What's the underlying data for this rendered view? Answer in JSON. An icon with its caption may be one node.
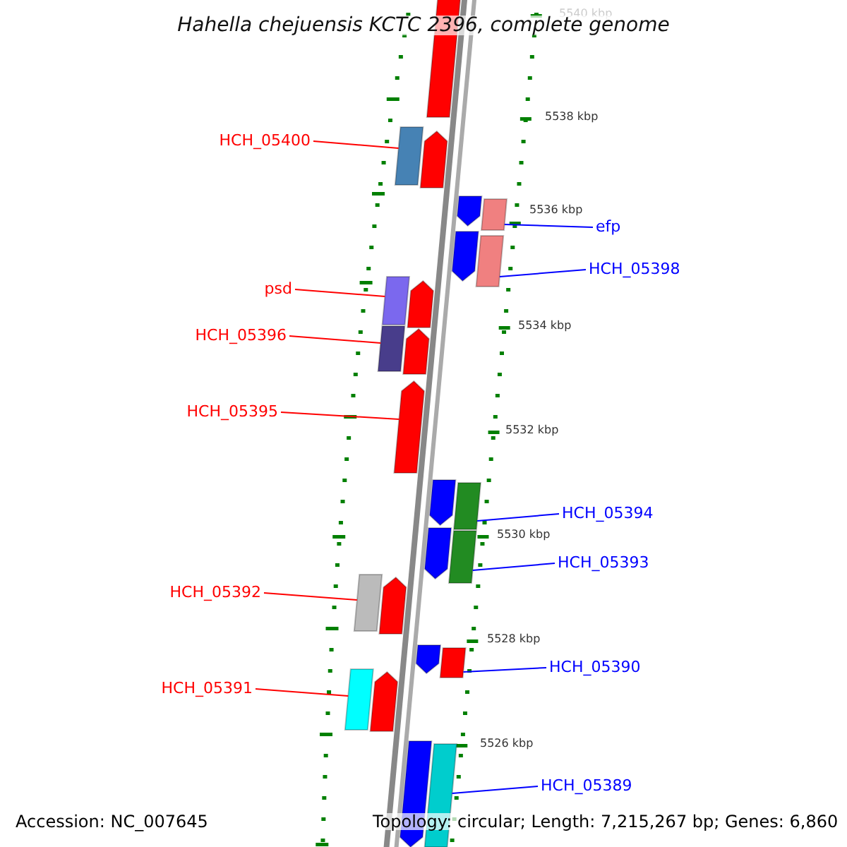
{
  "diagram": {
    "title": "Hahella chejuensis KCTC 2396, complete genome",
    "nodes": [
      {
        "text": [
          "HCH_05400"
        ]
      },
      {
        "text": [],
        "shape": "bar"
      },
      {
        "text": [
          "efp"
        ]
      },
      {
        "text": [],
        "shape": "bar"
      },
      {
        "text": [
          "HCH_05398"
        ]
      },
      {
        "text": [],
        "shape": "bar"
      },
      {
        "text": [
          "psd"
        ]
      },
      {
        "text": [],
        "shape": "bar"
      },
      {
        "text": [
          "HCH_05396"
        ]
      },
      {
        "text": [],
        "shape": "bar"
      },
      {
        "text": [
          "HCH_05395"
        ]
      },
      {
        "text": [],
        "shape": "bar"
      },
      {
        "text": [
          "HCH_05394"
        ]
      },
      {
        "text": [],
        "shape": "bar"
      },
      {
        "text": [
          "HCH_05393"
        ]
      },
      {
        "text": [],
        "shape": "bar"
      },
      {
        "text": [
          "HCH_05392"
        ]
      },
      {
        "text": [],
        "shape": "bar"
      },
      {
        "text": [
          "HCH_05390"
        ]
      },
      {
        "text": [],
        "shape": "bar"
      },
      {
        "text": [
          "HCH_05391"
        ]
      },
      {
        "text": [],
        "shape": "bar"
      },
      {
        "text": [
          "HCH_05389"
        ]
      },
      {
        "text": [],
        "shape": "bar"
      },
      {
        "text": [],
        "shape": "bar"
      },
      {
        "text": [],
        "shape": "bar"
      },
      {
        "text": [],
        "shape": "bar"
      },
      {
        "text": [],
        "shape": "bar"
      },
      {
        "text": [],
        "shape": "bar"
      },
      {
        "text": [],
        "shape": "bar"
      },
      {
        "text": [],
        "shape": "bar"
      },
      {
        "text": [],
        "shape": "bar"
      },
      {
        "text": [],
        "shape": "bar"
      },
      {
        "text": [],
        "shape": "bar"
      },
      {
        "text": [],
        "shape": "bar"
      },
      {
        "text": [],
        "shape": "bar"
      }
    ],
    "edges": [
      {
        "from": 0,
        "to": 1,
        "arrow": "none",
        "color": "#ff0000"
      },
      {
        "from": 2,
        "to": 3,
        "arrow": "none",
        "color": "#0000ff"
      },
      {
        "from": 4,
        "to": 5,
        "arrow": "none",
        "color": "#0000ff"
      },
      {
        "from": 6,
        "to": 7,
        "arrow": "none",
        "color": "#ff0000"
      },
      {
        "from": 8,
        "to": 9,
        "arrow": "none",
        "color": "#ff0000"
      },
      {
        "from": 10,
        "to": 11,
        "arrow": "none",
        "color": "#ff0000"
      },
      {
        "from": 12,
        "to": 13,
        "arrow": "none",
        "color": "#0000ff"
      },
      {
        "from": 14,
        "to": 15,
        "arrow": "none",
        "color": "#0000ff"
      },
      {
        "from": 16,
        "to": 17,
        "arrow": "none",
        "color": "#ff0000"
      },
      {
        "from": 18,
        "to": 19,
        "arrow": "none",
        "color": "#0000ff"
      },
      {
        "from": 20,
        "to": 21,
        "arrow": "none",
        "color": "#ff0000"
      },
      {
        "from": 22,
        "to": 23,
        "arrow": "none",
        "color": "#0000ff"
      }
    ],
    "labels": [
      "5540 kbp",
      "5538 kbp",
      "5536 kbp",
      "5534 kbp",
      "5532 kbp",
      "5530 kbp",
      "5528 kbp",
      "5526 kbp",
      "Accession: NC_007645",
      "Topology: circular; Length: 7,215,267 bp; Genes: 6,860"
    ]
  }
}
